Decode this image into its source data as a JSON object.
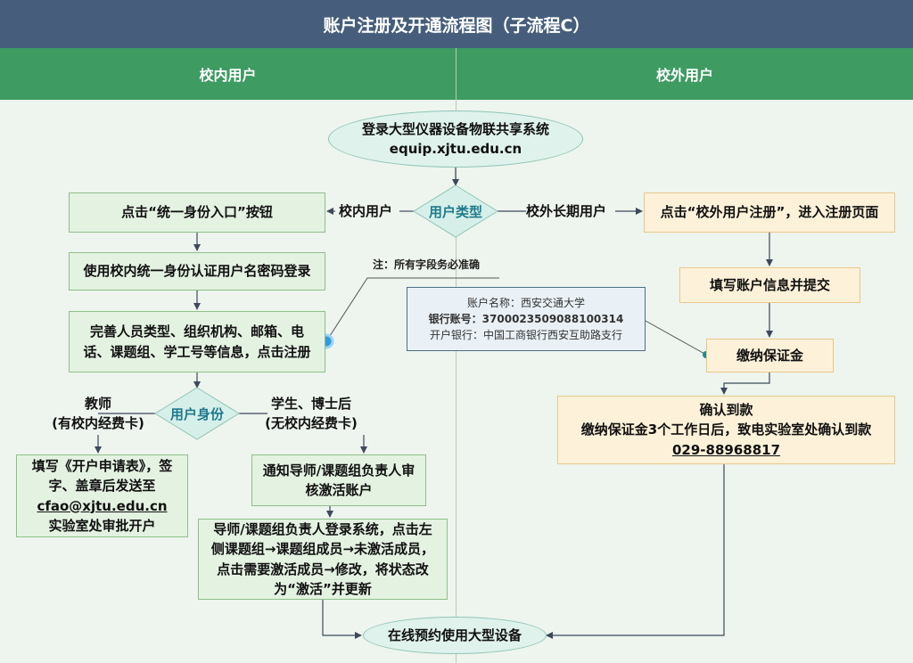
{
  "title": "账户注册及开通流程图（子流程C）",
  "lanes": {
    "left": "校内用户",
    "right": "校外用户"
  },
  "start": {
    "line1": "登录大型仪器设备物联共享系统",
    "line2": "equip.xjtu.edu.cn"
  },
  "user_type": {
    "label": "用户类型",
    "left_branch": "校内用户",
    "right_branch": "校外长期用户"
  },
  "internal": {
    "step1": "点击“统一身份入口”按钮",
    "step2": "使用校内统一身份认证用户名密码登录",
    "step3_line1": "完善人员类型、组织机构、邮箱、电",
    "step3_line2": "话、课题组、学工号等信息，点击注册",
    "note": "注：所有字段务必准确",
    "identity": "用户身份",
    "teacher_line1": "教师",
    "teacher_line2": "(有校内经费卡)",
    "student_line1": "学生、博士后",
    "student_line2": "(无校内经费卡)",
    "teacher_step_line1": "填写《开户申请表》，签",
    "teacher_step_line2": "字、盖章后发送至",
    "teacher_step_email": "cfao@xjtu.edu.cn",
    "teacher_step_line4": "实验室处审批开户",
    "student_step_line1": "通知导师/课题组负责人审",
    "student_step_line2": "核激活账户",
    "activate_line1": "导师/课题组负责人登录系统，点击左",
    "activate_line2": "侧课题组→课题组成员→未激活成员，",
    "activate_line3": "点击需要激活成员→修改，将状态改",
    "activate_line4": "为“激活”并更新"
  },
  "external": {
    "step1": "点击“校外用户注册”，进入注册页面",
    "step2": "填写账户信息并提交",
    "step3": "缴纳保证金",
    "confirm_line1": "确认到款",
    "confirm_line2": "缴纳保证金3个工作日后，致电实验室处确认到款",
    "confirm_phone": "029-88968817"
  },
  "bank": {
    "name": "账户名称：西安交通大学",
    "account": "银行账号：3700023509088100314",
    "bank": "开户银行：中国工商银行西安互助路支行"
  },
  "end": "在线预约使用大型设备",
  "colors": {
    "title_bg": "#465e7c",
    "lane_header": "#3e9b62",
    "lane_bg": "#eef4ee",
    "arrow": "#3c4a5a",
    "diamond_text": "#1f7a8c"
  }
}
